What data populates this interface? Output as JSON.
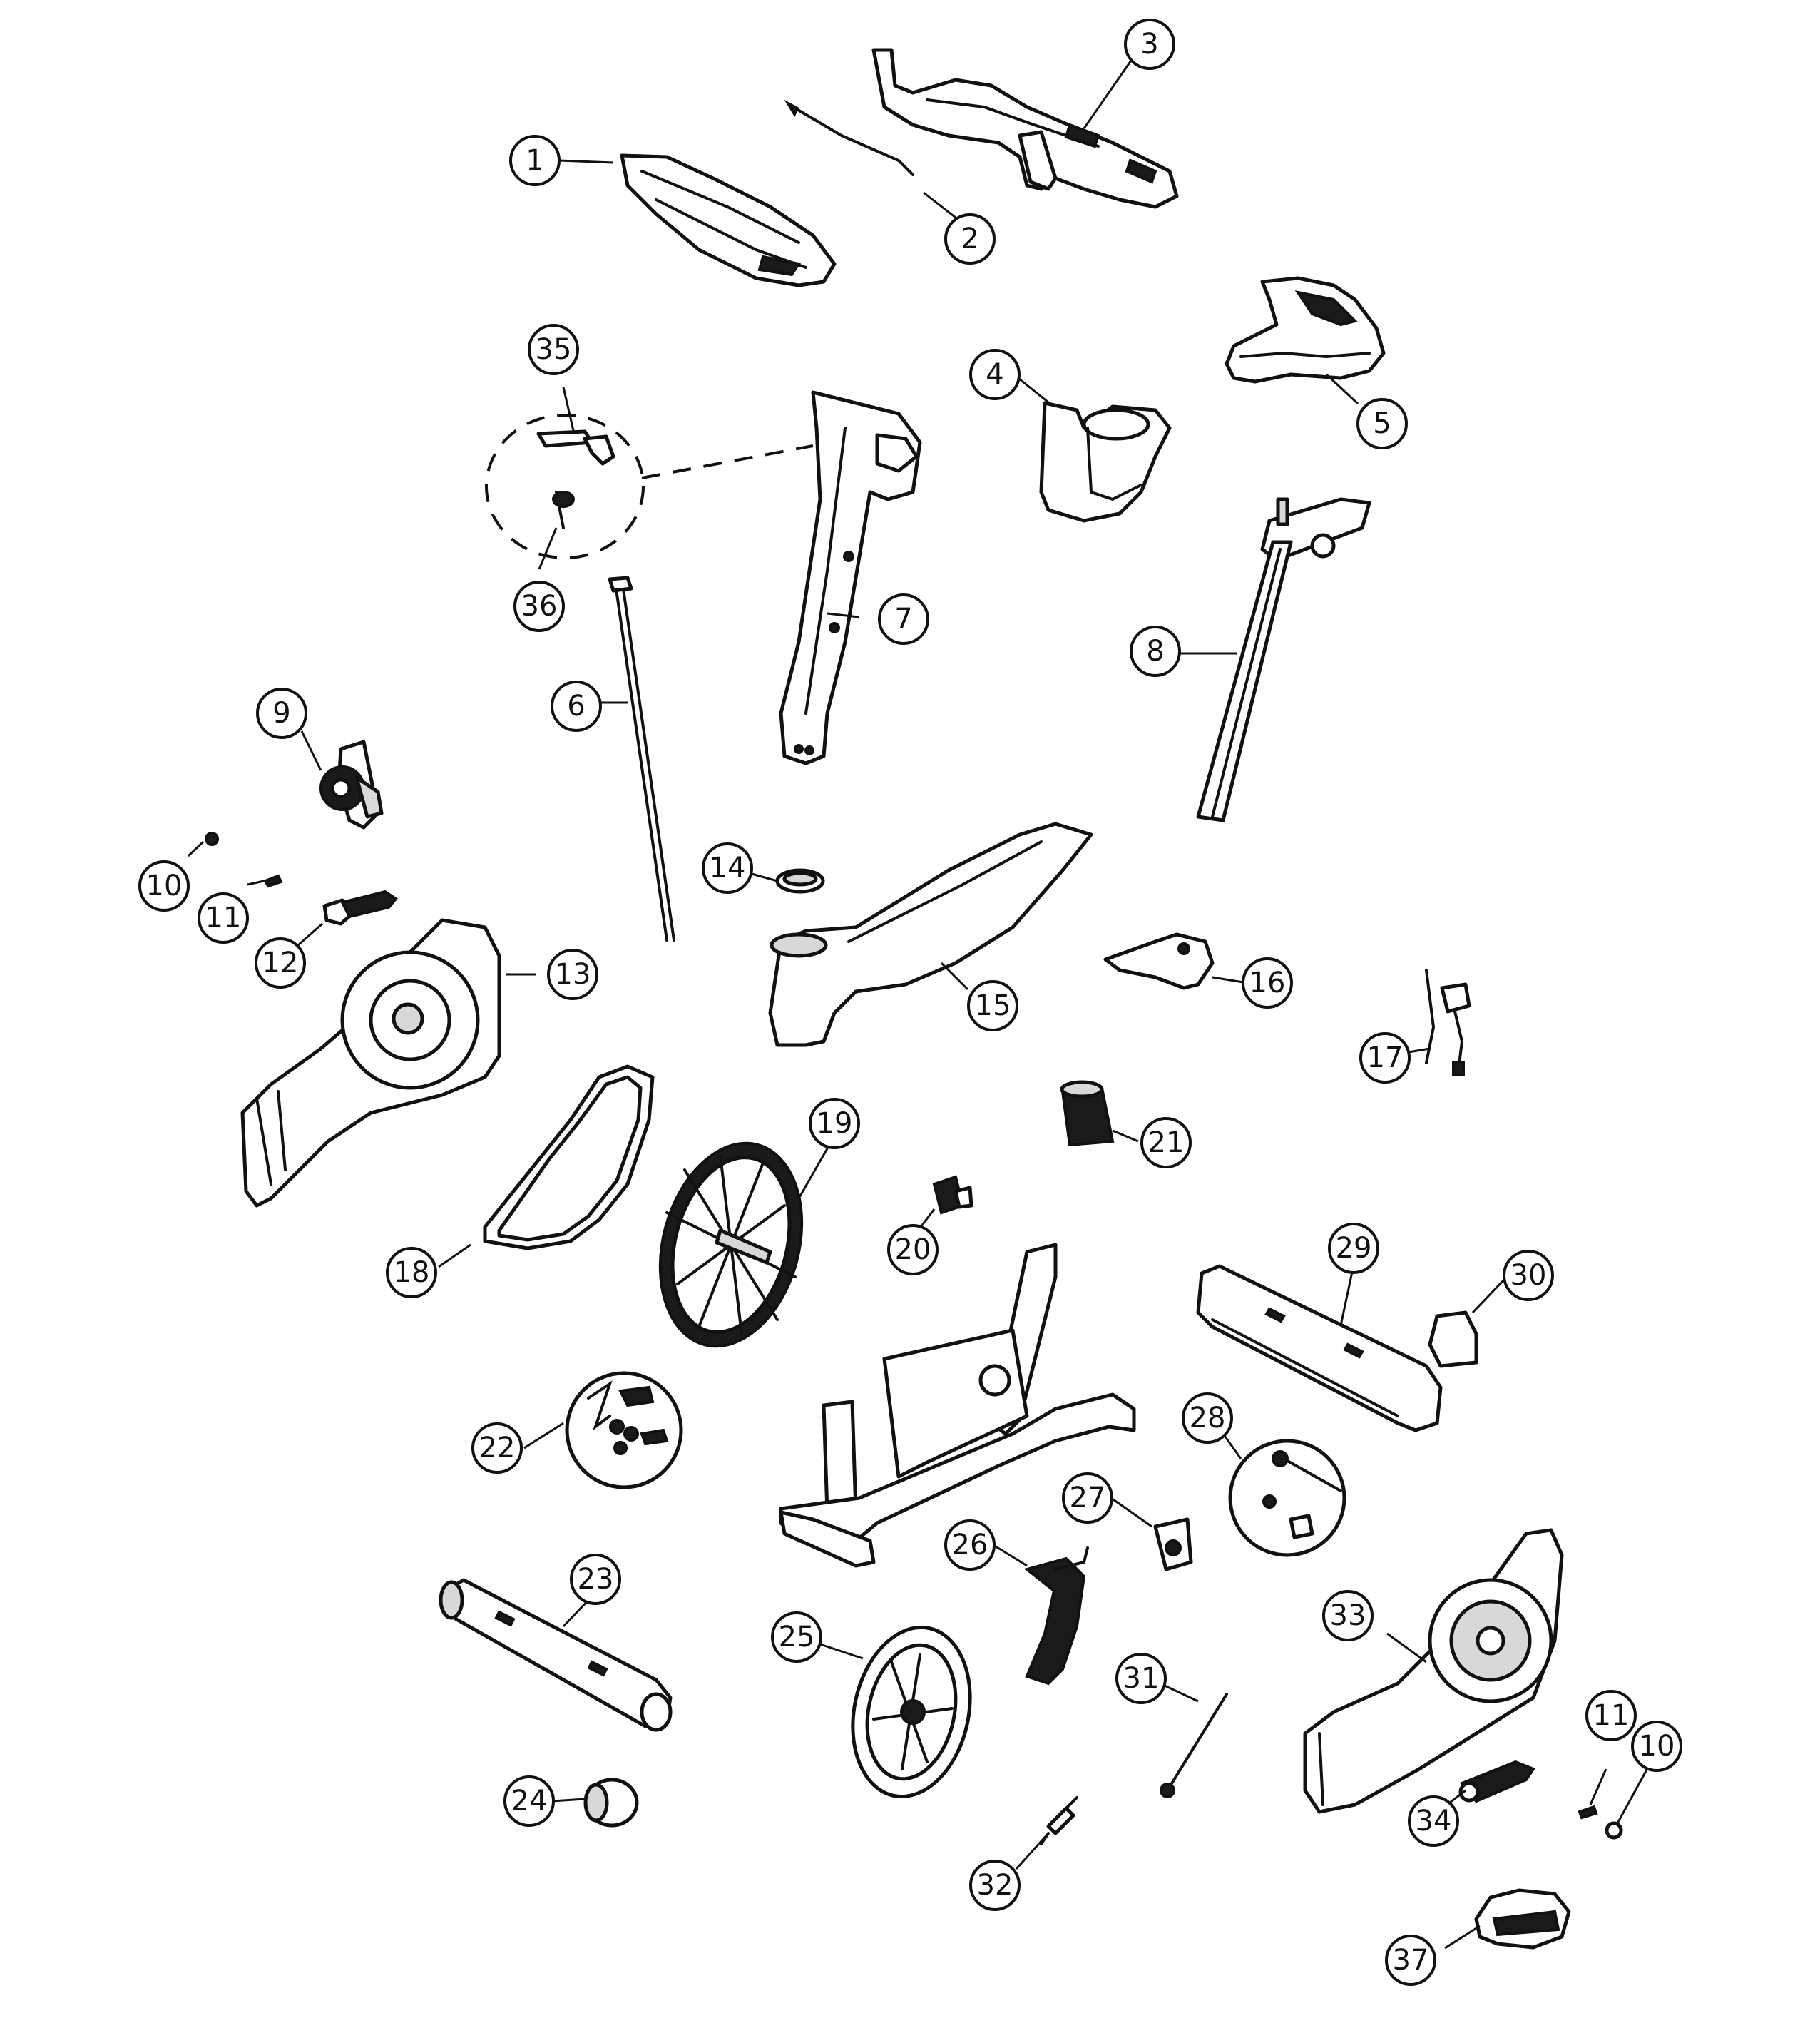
{
  "callouts": [
    {
      "label": "1"
    },
    {
      "label": "2"
    },
    {
      "label": "3"
    },
    {
      "label": "4"
    },
    {
      "label": "5"
    },
    {
      "label": "6"
    },
    {
      "label": "7"
    },
    {
      "label": "8"
    },
    {
      "label": "9"
    },
    {
      "label": "10"
    },
    {
      "label": "11"
    },
    {
      "label": "12"
    },
    {
      "label": "13"
    },
    {
      "label": "14"
    },
    {
      "label": "15"
    },
    {
      "label": "16"
    },
    {
      "label": "17"
    },
    {
      "label": "18"
    },
    {
      "label": "19"
    },
    {
      "label": "20"
    },
    {
      "label": "21"
    },
    {
      "label": "22"
    },
    {
      "label": "23"
    },
    {
      "label": "24"
    },
    {
      "label": "25"
    },
    {
      "label": "26"
    },
    {
      "label": "27"
    },
    {
      "label": "28"
    },
    {
      "label": "29"
    },
    {
      "label": "30"
    },
    {
      "label": "31"
    },
    {
      "label": "32"
    },
    {
      "label": "33"
    },
    {
      "label": "34"
    },
    {
      "label": "35"
    },
    {
      "label": "36"
    },
    {
      "label": "37"
    },
    {
      "label": "10"
    },
    {
      "label": "11"
    }
  ]
}
